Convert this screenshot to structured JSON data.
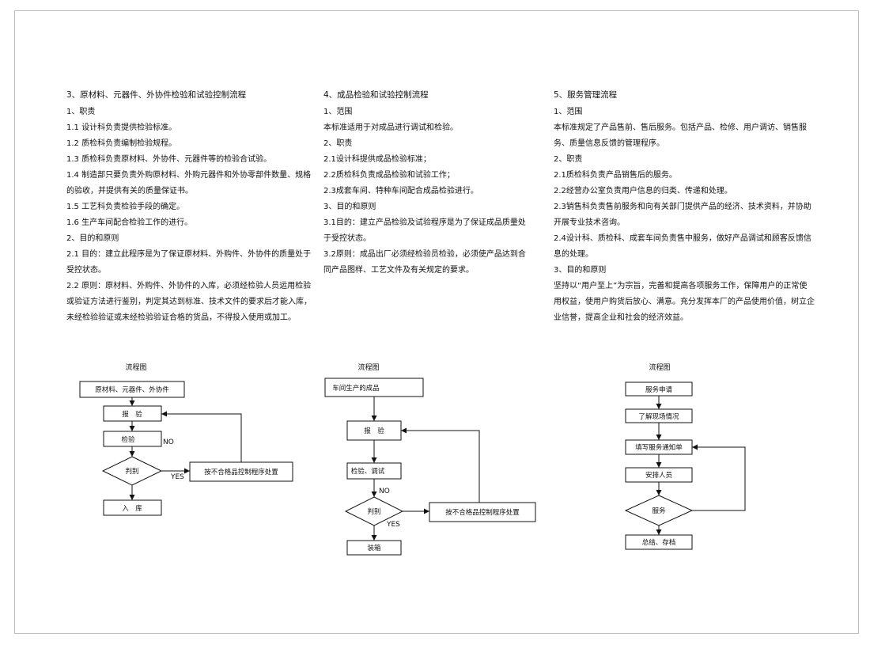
{
  "col1": {
    "title": "3、原材料、元器件、外协件检验和试验控制流程",
    "lines": [
      "1、职责",
      "1.1 设计科负责提供检验标准。",
      "1.2 质检科负责编制检验规程。",
      "1.3 质检科负责原材料、外协件、元器件等的检验合试验。",
      "1.4 制造部只要负责外购原材料、外购元器件和外协零部件数量、规格的验收，并提供有关的质量保证书。",
      "1.5 工艺科负责检验手段的确定。",
      "1.6 生产车间配合检验工作的进行。",
      "2、目的和原则",
      "2.1 目的：建立此程序是为了保证原材料、外购件、外协件的质量处于受控状态。",
      "2.2 原则：原材料、外购件、外协件的入库，必须经检验人员运用检验或验证方法进行鉴别，判定其达到标准、技术文件的要求后才能入库，未经检验验证或未经检验验证合格的货品，不得投入使用或加工。"
    ]
  },
  "col2": {
    "title": "4、成品检验和试验控制流程",
    "lines": [
      "1、范围",
      "本标准适用于对成品进行调试和检验。",
      "2、职责",
      "2.1设计科提供成品检验标准；",
      "2.2质检科负责成品检验和试验工作；",
      "2.3成套车间、特种车间配合成品检验进行。",
      "3、目的和原则",
      "3.1目的：建立产品检验及试验程序是为了保证成品质量处于受控状态。",
      "3.2原则：成品出厂必须经检验员检验，必须使产品达到合同产品图样、工艺文件及有关规定的要求。"
    ]
  },
  "col3": {
    "title": "5、服务管理流程",
    "lines": [
      "1、范围",
      "本标准规定了产品售前、售后服务。包括产品、检修、用户调访、销售服务、质量信息反馈的管理程序。",
      "2、职责",
      "2.1质检科负责产品销售后的服务。",
      "2.2经营办公室负责用户信息的归类、传递和处理。",
      "2.3销售科负责售前服务和向有关部门提供产品的经济、技术资料，并协助开展专业技术咨询。",
      "2.4设计科、质检科、成套车间负责售中服务，做好产品调试和顾客反馈信息的处理。",
      "3、目的和原则",
      "坚持以“用户至上”为宗旨，完善和提高各项服务工作，保障用户的正常使用权益，使用户购货后放心、满意。充分发挥本厂的产品使用价值，树立企业信誉，提高企业和社会的经济效益。"
    ]
  },
  "flow1": {
    "caption": "流程图",
    "box_materials": "原材料、元器件、外协件",
    "box_report": "报　验",
    "box_inspect": "检验",
    "label_no": "NO",
    "decision": "判别",
    "label_yes": "YES",
    "box_nonconform": "按不合格品控制程序处置",
    "box_store": "入　库"
  },
  "flow2": {
    "caption": "流程图",
    "box_products": "车间生产的成品",
    "box_report": "报　验",
    "box_inspect": "检验、调试",
    "label_no": "NO",
    "decision": "判别",
    "label_yes": "YES",
    "box_nonconform": "按不合格品控制程序处置",
    "box_pack": "装箱"
  },
  "flow3": {
    "caption": "流程图",
    "box_request": "服务申请",
    "box_understand": "了解现场情况",
    "box_notice": "填写服务通知单",
    "box_assign": "安排人员",
    "decision": "服务",
    "box_archive": "总结、存档"
  }
}
